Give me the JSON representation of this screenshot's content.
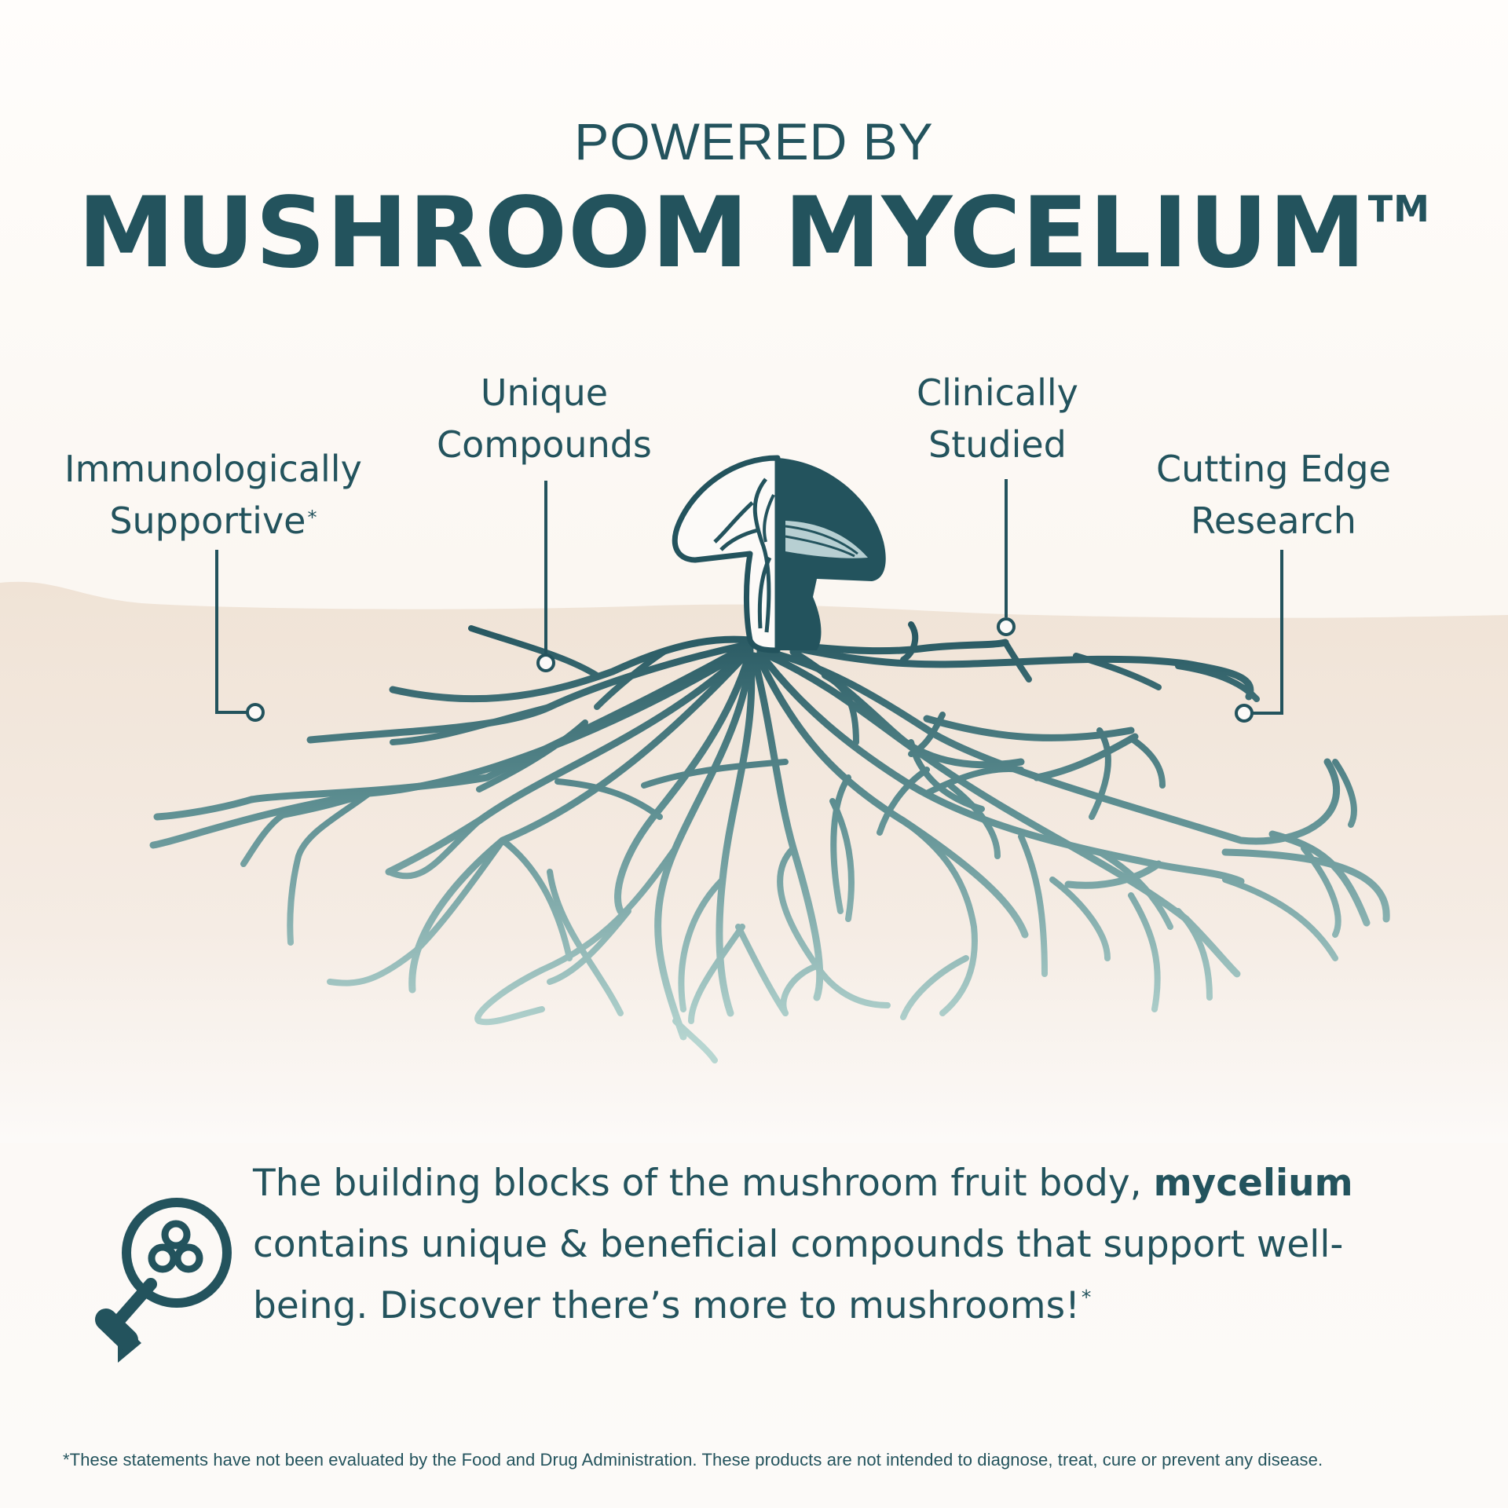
{
  "header": {
    "eyebrow": "POWERED BY",
    "title": "MUSHROOM MYCELIUM",
    "trademark": "TM"
  },
  "callouts": [
    {
      "line1": "Immunologically",
      "line2": "Supportive",
      "marker": "*"
    },
    {
      "line1": "Unique",
      "line2": "Compounds"
    },
    {
      "line1": "Clinically",
      "line2": "Studied"
    },
    {
      "line1": "Cutting Edge",
      "line2": "Research"
    }
  ],
  "body": {
    "text_before": "The building blocks of the mushroom fruit body, ",
    "emphasis": "mycelium",
    "text_after": " contains unique & beneficial compounds that support well-being. Discover there’s more to mushrooms!",
    "marker": "*"
  },
  "footer": {
    "disclaimer": "*These statements have not been evaluated by the Food and Drug Administration. These products are not intended to diagnose, treat, cure or prevent any disease."
  },
  "icons": {
    "magnifier": "magnifying-glass-molecule-icon",
    "mushroom": "mushroom-icon"
  },
  "colors": {
    "primary": "#23535d",
    "background": "#fcfaf8",
    "soil": "#f0e3d6",
    "root_end": "#b7d6d1"
  }
}
